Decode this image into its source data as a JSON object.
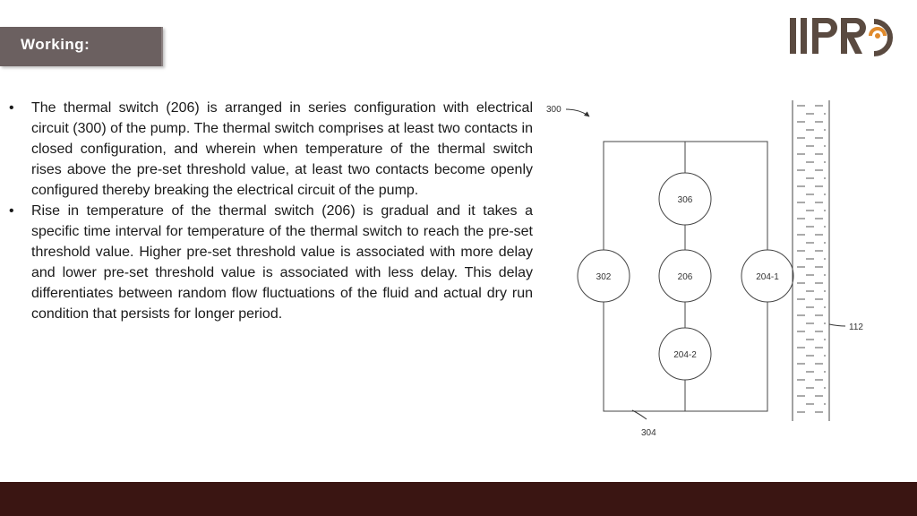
{
  "header": {
    "title": "Working:"
  },
  "logo": {
    "text": "IIPRD"
  },
  "bullets": [
    {
      "marker": "•",
      "text": "The thermal switch (206) is arranged in series configuration with electrical circuit (300) of the pump. The thermal switch comprises at least two contacts in closed configuration, and wherein when temperature of the thermal switch rises above the pre-set threshold value, at least two contacts become openly configured thereby breaking the electrical circuit of the pump."
    },
    {
      "marker": "•",
      "text": "Rise in temperature of the thermal switch (206) is gradual and it takes a specific time interval for temperature of the thermal switch to reach the pre-set threshold value. Higher pre-set threshold value is associated with more delay and lower pre-set threshold value is associated with less delay. This delay differentiates between random flow fluctuations of the fluid and actual dry run condition that persists for longer period."
    }
  ],
  "diagram": {
    "ref_circuit": "300",
    "ref_bottom": "304",
    "ref_tank": "112",
    "nodes": {
      "top": "306",
      "left": "302",
      "center": "206",
      "right": "204-1",
      "bottom": "204-2"
    }
  }
}
